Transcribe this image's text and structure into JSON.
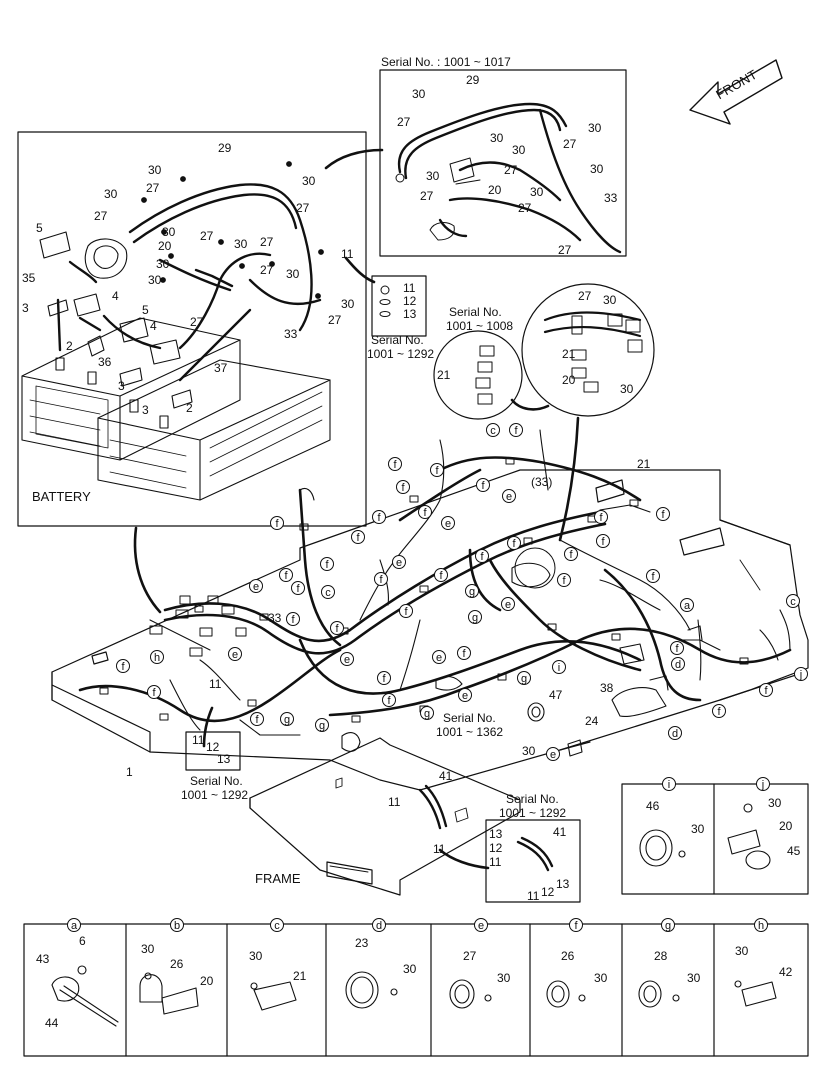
{
  "titles": {
    "serial_top": "Serial No. : 1001 ~ 1017",
    "battery": "BATTERY",
    "frame": "FRAME",
    "front": "FRONT",
    "serial_1008_a": "Serial No.",
    "serial_1008_b": "1001 ~ 1008",
    "serial_1292_right_a": "Serial  No.",
    "serial_1292_right_b": "1001 ~ 1292",
    "serial_1362_a": "Serial No.",
    "serial_1362_b": "1001 ~ 1362",
    "serial_1292_left_a": "Serial No.",
    "serial_1292_left_b": "1001 ~ 1292",
    "serial_1292_bottom_a": "Serial No.",
    "serial_1292_bottom_b": "1001 ~ 1292",
    "harness_33": "(33)"
  },
  "labels": {
    "n1": "1",
    "n2": "2",
    "n3": "3",
    "n4": "4",
    "n5": "5",
    "n6": "6",
    "n11": "11",
    "n12": "12",
    "n13": "13",
    "n20": "20",
    "n21": "21",
    "n23": "23",
    "n24": "24",
    "n26": "26",
    "n27": "27",
    "n28": "28",
    "n29": "29",
    "n30": "30",
    "n33": "33",
    "n35": "35",
    "n36": "36",
    "n37": "37",
    "n38": "38",
    "n41": "41",
    "n42": "42",
    "n43": "43",
    "n44": "44",
    "n45": "45",
    "n46": "46",
    "n47": "47"
  },
  "letters": {
    "a": "a",
    "b": "b",
    "c": "c",
    "d": "d",
    "e": "e",
    "f": "f",
    "g": "g",
    "h": "h",
    "i": "i",
    "j": "j"
  },
  "detail_panels": [
    {
      "letter": "a",
      "parts": [
        "43",
        "6",
        "44"
      ]
    },
    {
      "letter": "b",
      "parts": [
        "30",
        "26",
        "20"
      ]
    },
    {
      "letter": "c",
      "parts": [
        "30",
        "21"
      ]
    },
    {
      "letter": "d",
      "parts": [
        "23",
        "30"
      ]
    },
    {
      "letter": "e",
      "parts": [
        "27",
        "30"
      ]
    },
    {
      "letter": "f",
      "parts": [
        "26",
        "30"
      ]
    },
    {
      "letter": "g",
      "parts": [
        "28",
        "30"
      ]
    },
    {
      "letter": "h",
      "parts": [
        "30",
        "42"
      ]
    },
    {
      "letter": "i",
      "parts": [
        "46",
        "30"
      ]
    },
    {
      "letter": "j",
      "parts": [
        "30",
        "20",
        "45"
      ]
    }
  ]
}
